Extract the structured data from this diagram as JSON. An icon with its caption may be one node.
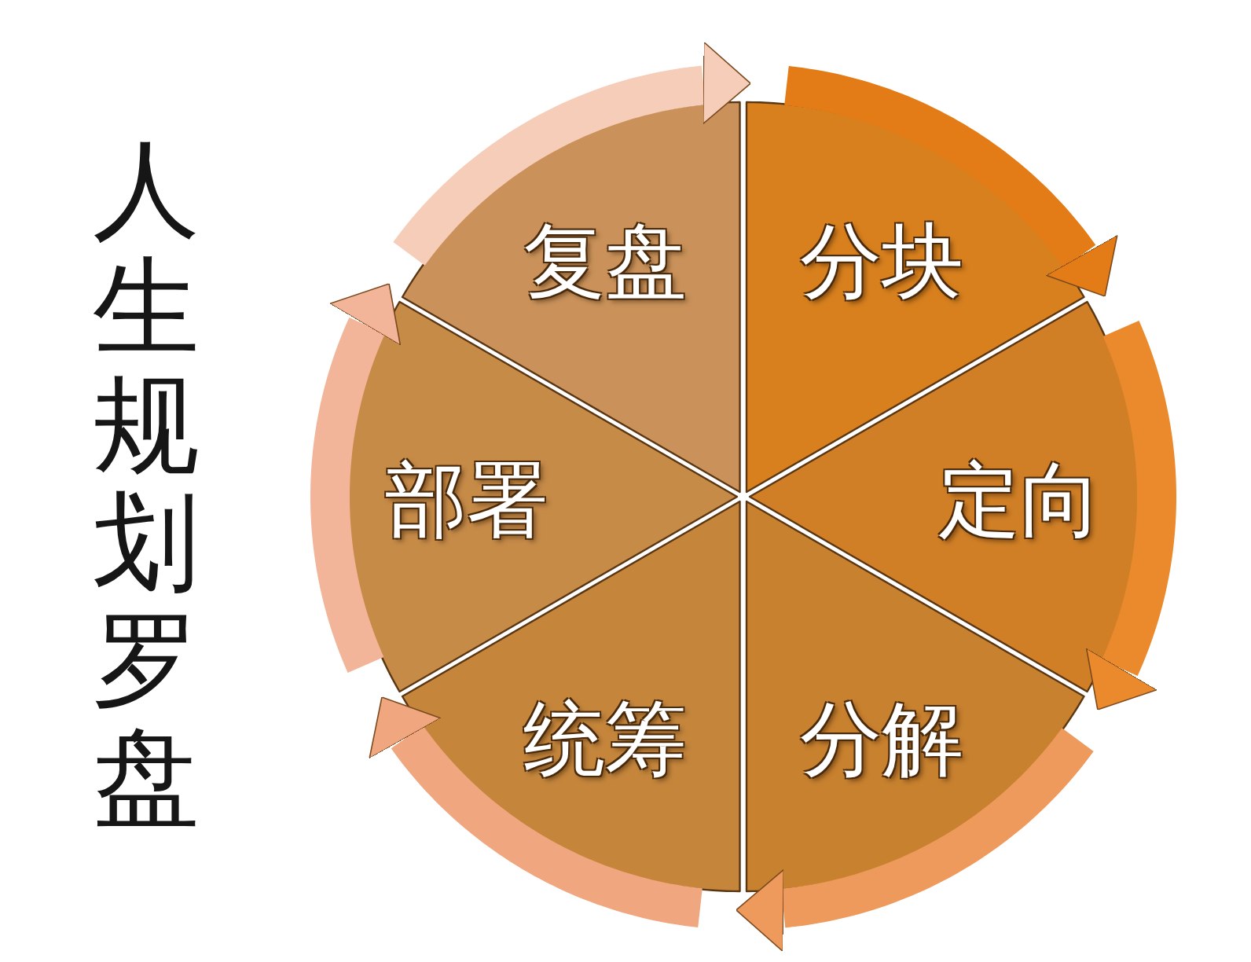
{
  "diagram": {
    "title": "人生规划罗盘",
    "nodes": [
      {
        "text": [
          "分块"
        ]
      },
      {
        "text": [
          "定向"
        ]
      },
      {
        "text": [
          "分解"
        ]
      },
      {
        "text": [
          "统筹"
        ]
      },
      {
        "text": [
          "部署"
        ]
      },
      {
        "text": [
          "复盘"
        ]
      }
    ],
    "edges": [
      {
        "from": 0,
        "to": 1,
        "arrow": "to",
        "color": "#e37c16"
      },
      {
        "from": 1,
        "to": 2,
        "arrow": "to",
        "color": "#ea8a2c"
      },
      {
        "from": 2,
        "to": 3,
        "arrow": "to",
        "color": "#ee9a5c"
      },
      {
        "from": 3,
        "to": 4,
        "arrow": "to",
        "color": "#f0a67e"
      },
      {
        "from": 4,
        "to": 5,
        "arrow": "to",
        "color": "#f3b599"
      },
      {
        "from": 5,
        "to": 0,
        "arrow": "to",
        "color": "#f6cdb8"
      }
    ]
  }
}
